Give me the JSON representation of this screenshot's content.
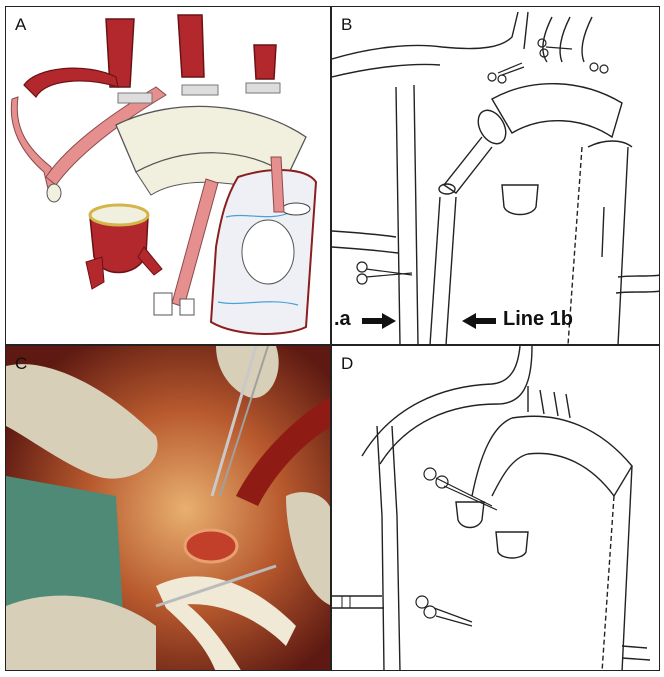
{
  "panels": [
    {
      "label": "A"
    },
    {
      "label": "B"
    },
    {
      "label": "C"
    },
    {
      "label": "D"
    }
  ],
  "panel_b": {
    "label_left": ".a",
    "label_right": "Line 1b"
  },
  "colors": {
    "vessel_red": "#b3282d",
    "graft_pink": "#e58f8f",
    "graft_beige": "#f1f0de",
    "ink": "#222222",
    "tissue": "#8e2f20"
  }
}
